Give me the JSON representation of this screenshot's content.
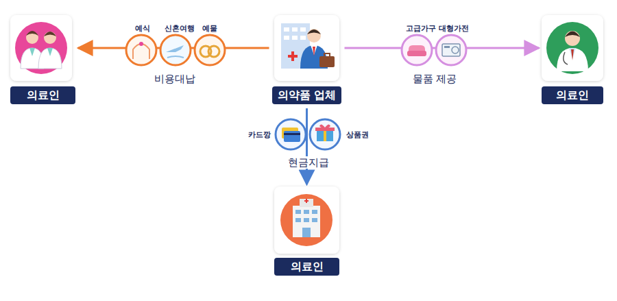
{
  "diagram": {
    "nodes": [
      {
        "text": [
          "의료인"
        ]
      },
      {
        "text": [
          "의약품 업체"
        ]
      },
      {
        "text": [
          "의료인"
        ]
      },
      {
        "text": [
          "의료인"
        ]
      }
    ],
    "edges": [
      {
        "from": 1,
        "to": 0,
        "arrow": "to",
        "label": "비용대납"
      },
      {
        "from": 1,
        "to": 2,
        "arrow": "to",
        "label": "물품 제공"
      },
      {
        "from": 1,
        "to": 3,
        "arrow": "to",
        "label": "현금지급"
      }
    ],
    "labels": [
      "예식",
      "신혼여행",
      "예물",
      "고급가구 대형가전",
      "카드깡",
      "상품권"
    ]
  }
}
